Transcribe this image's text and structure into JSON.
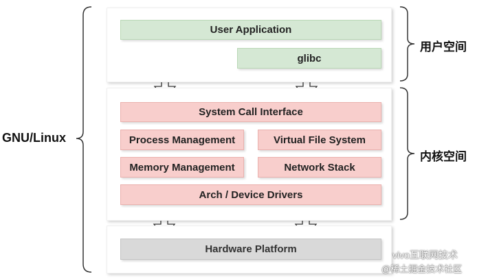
{
  "diagram": {
    "gnu_linux_label": "GNU/Linux",
    "user_space_label": "用户空间",
    "kernel_space_label": "内核空间",
    "user_space": {
      "user_application": "User Application",
      "glibc": "glibc"
    },
    "kernel_space": {
      "system_call_interface": "System Call Interface",
      "process_management": "Process Management",
      "virtual_file_system": "Virtual File System",
      "memory_management": "Memory Management",
      "network_stack": "Network Stack",
      "arch_device_drivers": "Arch / Device Drivers"
    },
    "hardware": {
      "hardware_platform": "Hardware Platform"
    },
    "colors": {
      "user_boxes": "#d5e8d4",
      "kernel_boxes": "#f8cecc",
      "hardware_box": "#d9d9d9"
    }
  },
  "watermark": {
    "line1": "vivo互联网技术",
    "line2": "@稀土掘金技术社区"
  }
}
